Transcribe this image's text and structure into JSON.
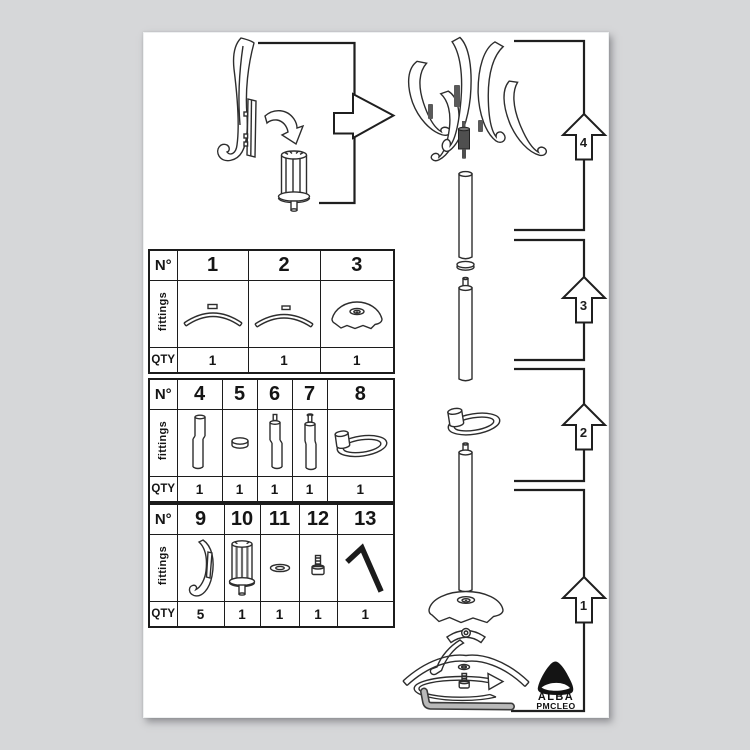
{
  "page": {
    "background": "#d6d7d9",
    "sheet": "#ffffff",
    "ink": "#2d2d2d"
  },
  "brand": {
    "name": "ALBA",
    "model": "PMCLEO",
    "logo_icon": "alba-triangle-logo"
  },
  "steps": [
    "4",
    "3",
    "2",
    "1"
  ],
  "detail_inset": {
    "icons": [
      "coat-hook-icon",
      "curved-arrow-icon",
      "hook-hub-icon",
      "right-block-arrow-icon"
    ]
  },
  "tables": [
    {
      "no_label": "N°",
      "fittings_label": "fittings",
      "qty_label": "QTY",
      "columns": [
        {
          "no": "1",
          "qty": "1",
          "icon": "leg-arc-1-icon"
        },
        {
          "no": "2",
          "qty": "1",
          "icon": "leg-arc-2-icon"
        },
        {
          "no": "3",
          "qty": "1",
          "icon": "base-dome-icon"
        }
      ]
    },
    {
      "no_label": "N°",
      "fittings_label": "fittings",
      "qty_label": "QTY",
      "columns": [
        {
          "no": "4",
          "qty": "1",
          "icon": "pole-tube-icon"
        },
        {
          "no": "5",
          "qty": "1",
          "icon": "spacer-ring-icon"
        },
        {
          "no": "6",
          "qty": "1",
          "icon": "pole-tube-stud-icon"
        },
        {
          "no": "7",
          "qty": "1",
          "icon": "pole-tube-stud-capped-icon"
        },
        {
          "no": "8",
          "qty": "1",
          "icon": "umbrella-ring-icon"
        }
      ]
    },
    {
      "no_label": "N°",
      "fittings_label": "fittings",
      "qty_label": "QTY",
      "columns": [
        {
          "no": "9",
          "qty": "5",
          "icon": "coat-hook-icon"
        },
        {
          "no": "10",
          "qty": "1",
          "icon": "hook-hub-icon"
        },
        {
          "no": "11",
          "qty": "1",
          "icon": "washer-icon"
        },
        {
          "no": "12",
          "qty": "1",
          "icon": "bolt-icon"
        },
        {
          "no": "13",
          "qty": "1",
          "icon": "allen-key-icon"
        }
      ]
    }
  ]
}
